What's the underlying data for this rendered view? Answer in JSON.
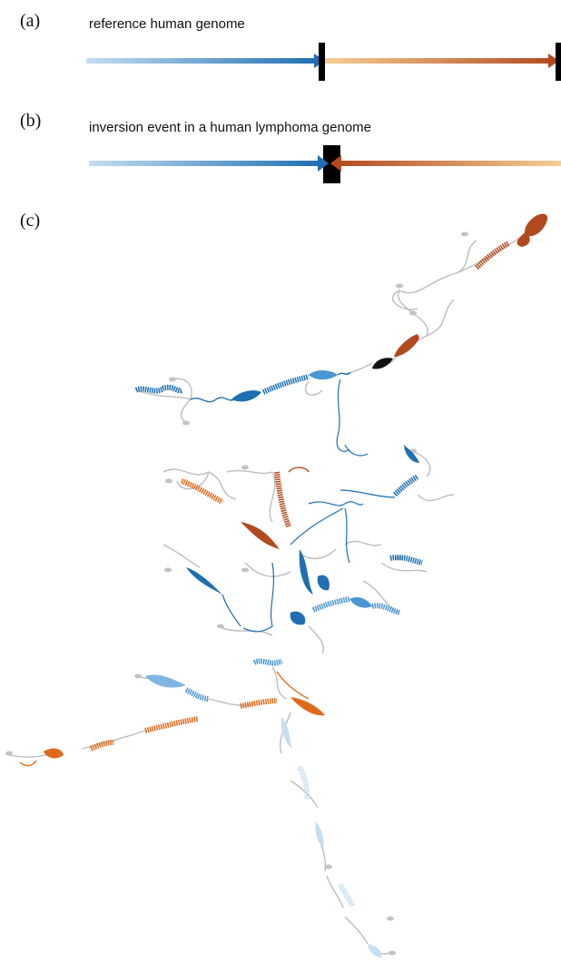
{
  "panel_a": {
    "label": "(a)",
    "caption": "reference human genome"
  },
  "panel_b": {
    "label": "(b)",
    "caption": "inversion event in a human lymphoma genome"
  },
  "panel_c": {
    "label": "(c)"
  },
  "colors": {
    "blue_dark": "#1f6fb2",
    "blue_light": "#c6def0",
    "orange_light": "#f5cf96",
    "rust": "#b24a1f",
    "orange": "#e06a1c",
    "breakpoint": "#000000",
    "grey_segment": "#bdbdbd"
  }
}
